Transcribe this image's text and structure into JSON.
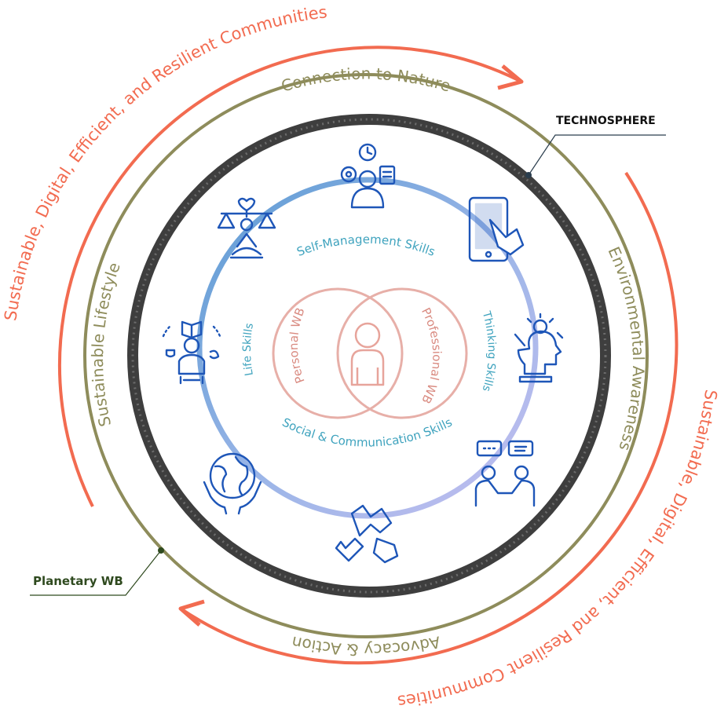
{
  "outer_band": {
    "text_top": "Sustainable, Digital, Efficient, and Resilient Communities",
    "text_bottom": "Sustainable, Digital, Efficient, and Resilient Communities",
    "color": "#F26B50"
  },
  "planetary_ring": {
    "top": "Connection to Nature",
    "right": "Environmental Awareness",
    "bottom": "Advocacy & Action",
    "left": "Sustainable Lifestyle",
    "color": "#8E8C5B"
  },
  "callouts": {
    "technosphere": "TECHNOSPHERE",
    "planetary": "Planetary WB"
  },
  "skills_ring": {
    "top": "Self-Management  Skills",
    "right": "Thinking Skills",
    "bottom": "Social & Communication Skills",
    "left": "Life Skills",
    "text_color": "#3FA3BE"
  },
  "core": {
    "left": "Personal WB",
    "right": "Professional WB",
    "color": "#D98A80"
  },
  "icons": [
    "time-management-icon",
    "smartphone-touch-icon",
    "thinking-head-icon",
    "conversation-handshake-icon",
    "puzzle-hands-icon",
    "globe-in-hands-icon",
    "student-reading-icon",
    "balance-meditation-icon"
  ],
  "colors": {
    "technosphere_ring": "#4a4a4a",
    "icon_blue": "#1E56B8",
    "skills_ring": "#7FA8DA"
  }
}
